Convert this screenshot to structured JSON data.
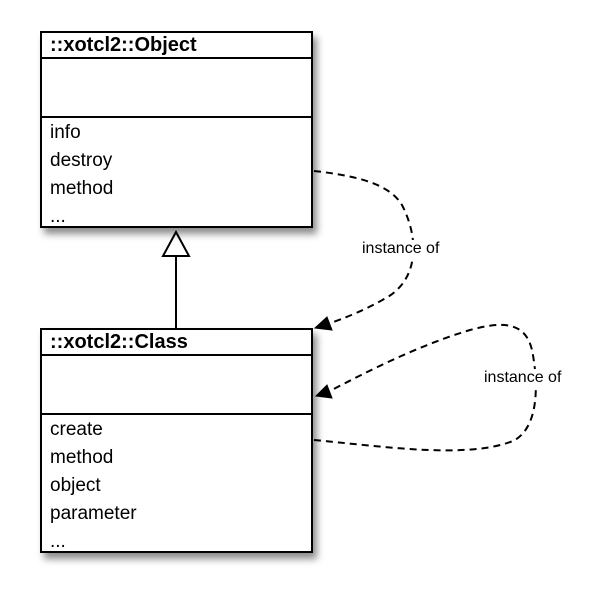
{
  "object_class": {
    "name": "::xotcl2::Object",
    "methods": [
      "info",
      "destroy",
      "method",
      "..."
    ]
  },
  "class_class": {
    "name": "::xotcl2::Class",
    "methods": [
      "create",
      "method",
      "object",
      "parameter",
      "..."
    ]
  },
  "edges": {
    "object_instance_label": "instance of",
    "class_instance_label": "instance of"
  }
}
